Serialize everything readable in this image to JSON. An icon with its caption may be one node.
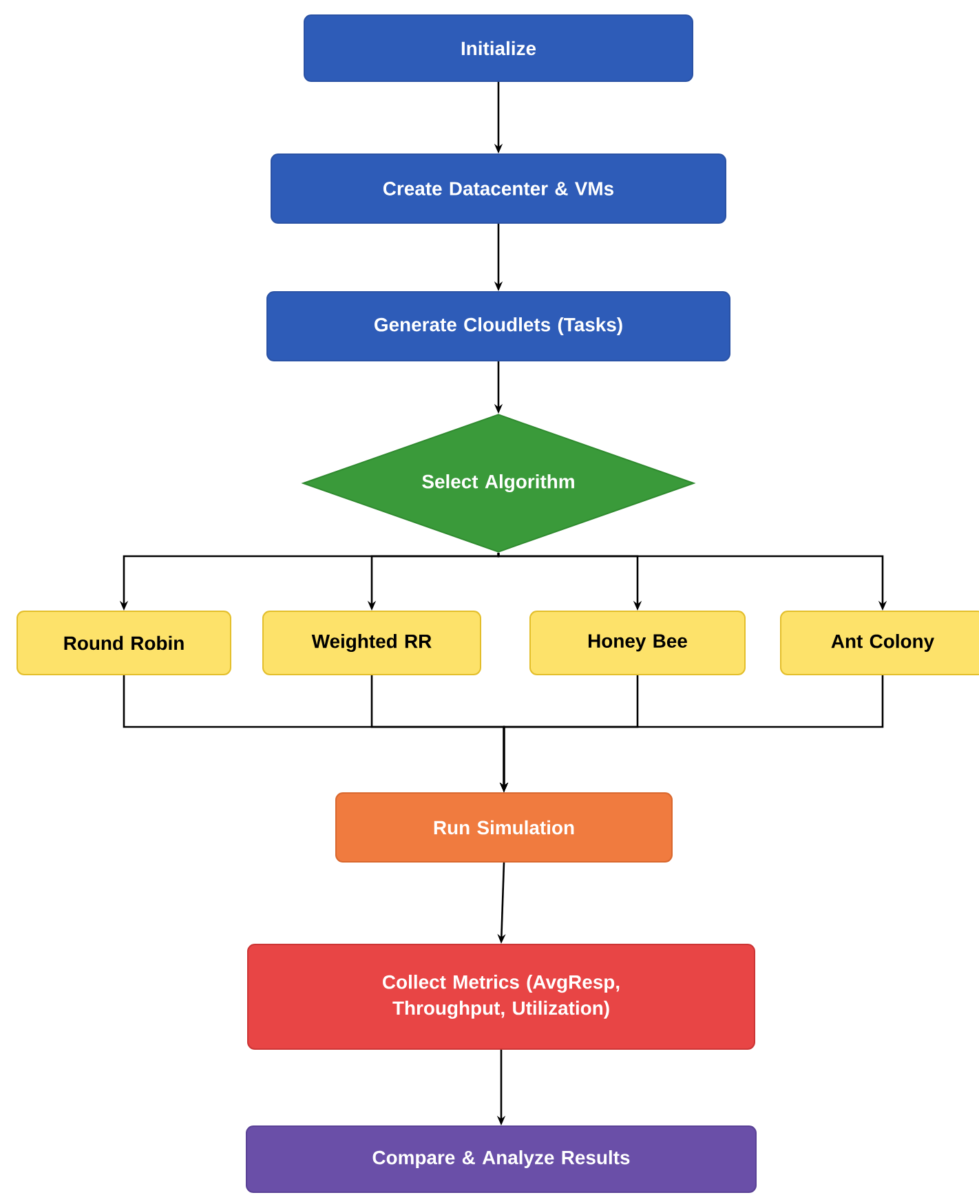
{
  "diagram": {
    "nodes": [
      {
        "text": [
          "Initialize"
        ]
      },
      {
        "text": [
          "Create Datacenter & VMs"
        ]
      },
      {
        "text": [
          "Generate Cloudlets (Tasks)"
        ]
      },
      {
        "text": [
          "Select Algorithm"
        ]
      },
      {
        "text": [
          "Round Robin"
        ]
      },
      {
        "text": [
          "Weighted RR"
        ]
      },
      {
        "text": [
          "Honey Bee"
        ]
      },
      {
        "text": [
          "Ant Colony"
        ]
      },
      {
        "text": [
          "Run Simulation"
        ]
      },
      {
        "text": [
          "Collect Metrics (AvgResp, Throughput, Utilization)"
        ]
      },
      {
        "text": [
          "Compare & Analyze Results"
        ]
      }
    ],
    "edges": [
      {
        "from": 0,
        "to": 1,
        "arrow": "to"
      },
      {
        "from": 1,
        "to": 2,
        "arrow": "to"
      },
      {
        "from": 2,
        "to": 3,
        "arrow": "to"
      },
      {
        "from": 3,
        "to": 4,
        "arrow": "to"
      },
      {
        "from": 3,
        "to": 5,
        "arrow": "to"
      },
      {
        "from": 3,
        "to": 6,
        "arrow": "to"
      },
      {
        "from": 3,
        "to": 7,
        "arrow": "to"
      },
      {
        "from": 4,
        "to": 8,
        "arrow": "to"
      },
      {
        "from": 5,
        "to": 8,
        "arrow": "to"
      },
      {
        "from": 6,
        "to": 8,
        "arrow": "to"
      },
      {
        "from": 7,
        "to": 8,
        "arrow": "to"
      },
      {
        "from": 8,
        "to": 9,
        "arrow": "to"
      },
      {
        "from": 9,
        "to": 10,
        "arrow": "to"
      }
    ]
  }
}
